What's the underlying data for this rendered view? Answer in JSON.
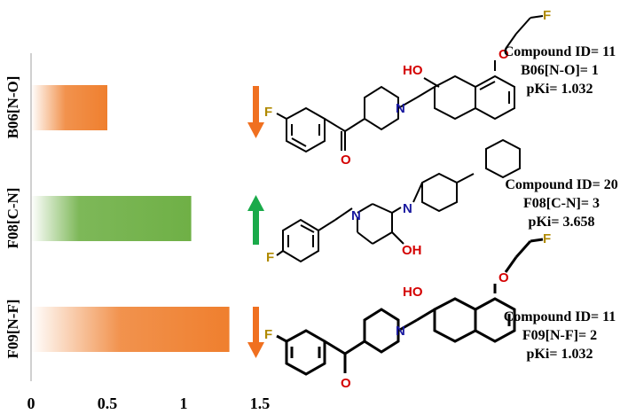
{
  "chart_data": {
    "type": "bar",
    "orientation": "horizontal",
    "categories": [
      "B06[N-O]",
      "F08[C-N]",
      "F09[N-F]"
    ],
    "values": [
      0.5,
      1.05,
      1.3
    ],
    "bar_colors": [
      "#ef7f2e",
      "#6fb046",
      "#ef7f2e"
    ],
    "xlim": [
      0,
      1.5
    ],
    "xticks": [
      0,
      0.5,
      1,
      1.5
    ],
    "xtick_labels": [
      "0",
      "0.5",
      "1",
      "1.5"
    ],
    "grid": false,
    "arrows": [
      {
        "direction": "down",
        "color": "#f07020"
      },
      {
        "direction": "up",
        "color": "#1aaa4a"
      },
      {
        "direction": "down",
        "color": "#f07020"
      }
    ],
    "annotations": [
      {
        "lines": [
          "Compound ID= 11",
          "B06[N-O]= 1",
          "pKi= 1.032"
        ]
      },
      {
        "lines": [
          "Compound ID= 20",
          "F08[C-N]= 3",
          "pKi= 3.658"
        ]
      },
      {
        "lines": [
          "Compound ID= 11",
          "F09[N-F]= 2",
          "pKi= 1.032"
        ]
      }
    ],
    "structure_atoms": {
      "fluorine": "F",
      "oxygen": "O",
      "nitrogen": "N",
      "hydroxyl_left": "HO",
      "hydroxyl_right": "OH"
    },
    "colors": {
      "oxygen": "#d40000",
      "nitrogen": "#1a1aa0",
      "fluorine": "#b08a00",
      "axis": "#c0c0c0"
    }
  }
}
